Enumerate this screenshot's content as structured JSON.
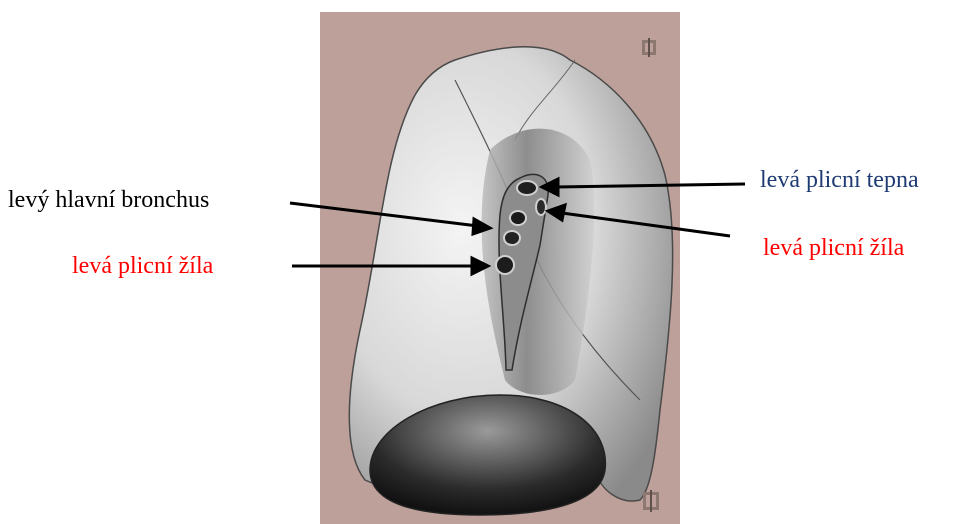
{
  "labels": {
    "left_main_bronchus": "levý hlavní bronchus",
    "left_pulmonary_vein_left": "levá plicní žíla",
    "left_pulmonary_artery": "levá plicní tepna",
    "left_pulmonary_vein_right": "levá plicní žíla"
  },
  "colors": {
    "background_panel": "#bea09a",
    "label_black": "#000000",
    "label_red": "#ff0000",
    "label_blue": "#1f3b73",
    "lung_fill": "#e9e9e9",
    "lung_shadow": "#6f6f6f"
  },
  "icons": [
    "watermark-logo-top",
    "watermark-logo-bottom"
  ]
}
